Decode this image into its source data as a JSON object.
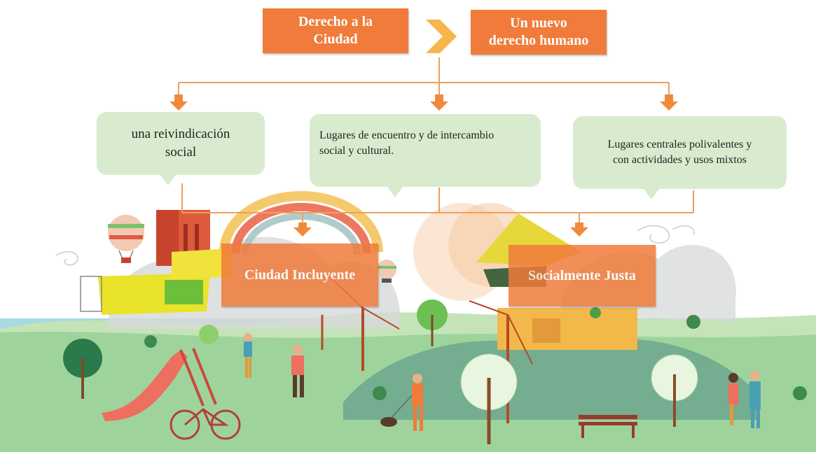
{
  "top_boxes": {
    "left": "Derecho a la\nCiudad",
    "right": "Un nuevo\nderecho humano"
  },
  "bubbles": {
    "left": "una reivindicación\nsocial",
    "middle": "Lugares de encuentro y de intercambio\nsocial y cultural.",
    "right": "Lugares centrales polivalentes y\ncon actividades y usos mixtos"
  },
  "bottom_boxes": {
    "left": "Ciudad Incluyente",
    "right": "Socialmente Justa"
  },
  "colors": {
    "accent_orange": "#f07b3a",
    "chevron": "#f6b64b",
    "bubble_green": "#d9ebcf",
    "grass": "#9ed49c",
    "connector": "#f0a05a"
  }
}
